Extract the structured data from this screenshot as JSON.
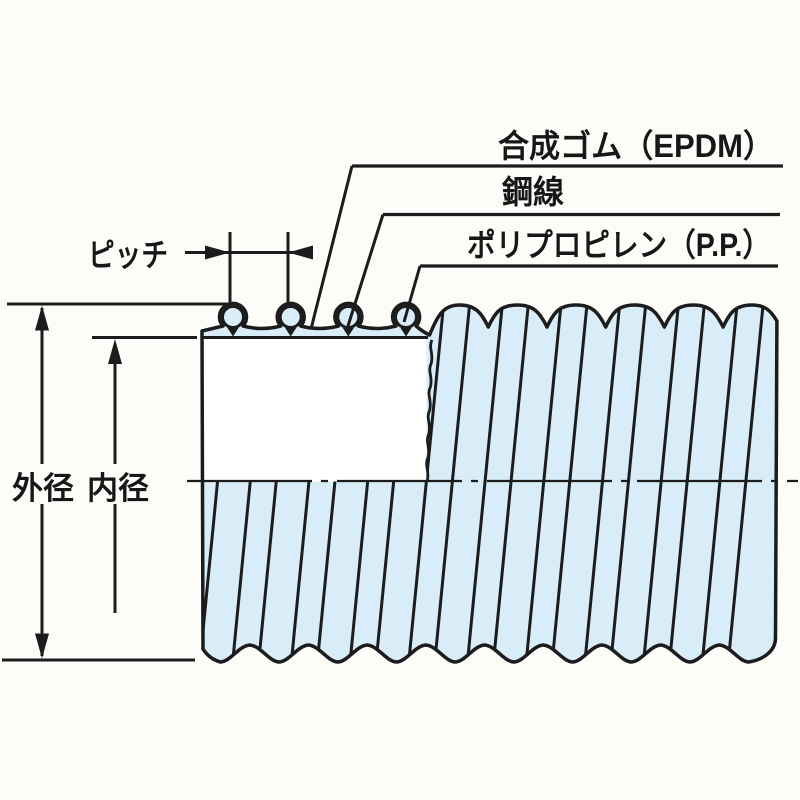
{
  "diagram": {
    "labels": {
      "material_top": "合成ゴム（EPDM）",
      "material_wire": "鋼線",
      "material_inner": "ポリプロピレン（P.P.）",
      "pitch": "ピッチ",
      "outer_diameter": "外径",
      "inner_diameter": "内径"
    },
    "colors": {
      "hose_fill": "#d8edf8",
      "line": "#1c1c1c",
      "background": "#fcfcf9"
    }
  }
}
